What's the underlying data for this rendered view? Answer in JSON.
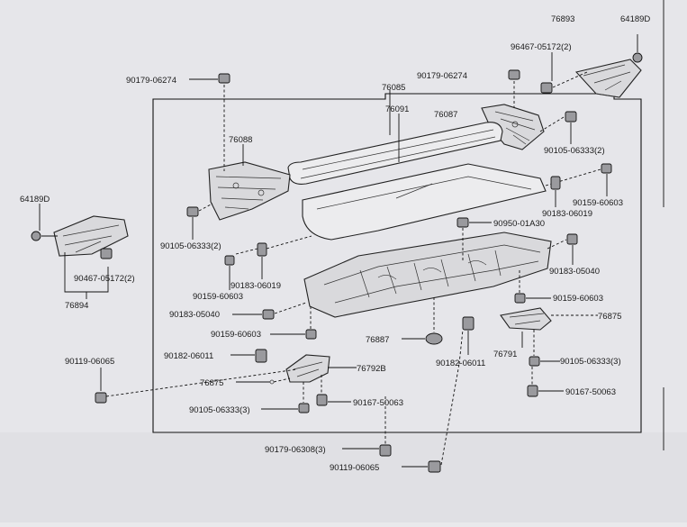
{
  "diagram": {
    "parts": {
      "p76893": "76893",
      "p64189d_top": "64189D",
      "p96467_top": "96467-05172(2)",
      "p90179_left": "90179-06274",
      "p90179_right": "90179-06274",
      "p76085": "76085",
      "p76091": "76091",
      "p76087": "76087",
      "p76088": "76088",
      "p90105_top": "90105-06333(2)",
      "p90159_tr": "90159-60603",
      "p90183_06019_r": "90183-06019",
      "p64189d_left": "64189D",
      "p90950": "90950-01A30",
      "p90105_left": "90105-06333(2)",
      "p90183_06019_l": "90183-06019",
      "p96467_left": "90467-05172(2)",
      "p90159_left": "90159-60603",
      "p90183_05040_r": "90183-05040",
      "p76894": "76894",
      "p90183_05040_l": "90183-05040",
      "p90159_mr": "90159-60603",
      "p76875_r": "76875",
      "p90159_ml": "90159-60603",
      "p76887": "76887",
      "p76791": "76791",
      "p90182_l": "90182-06011",
      "p90182_r": "90182-06011",
      "p90119_l": "90119-06065",
      "p76792b": "76792B",
      "p90105_rb": "90105-06333(3)",
      "p76875_l": "76875",
      "p90167_m": "90167-50063",
      "p90167_r": "90167-50063",
      "p90105_lb": "90105-06333(3)",
      "p90179_08": "90179-06308(3)",
      "p90119_b": "90119-06065"
    }
  }
}
